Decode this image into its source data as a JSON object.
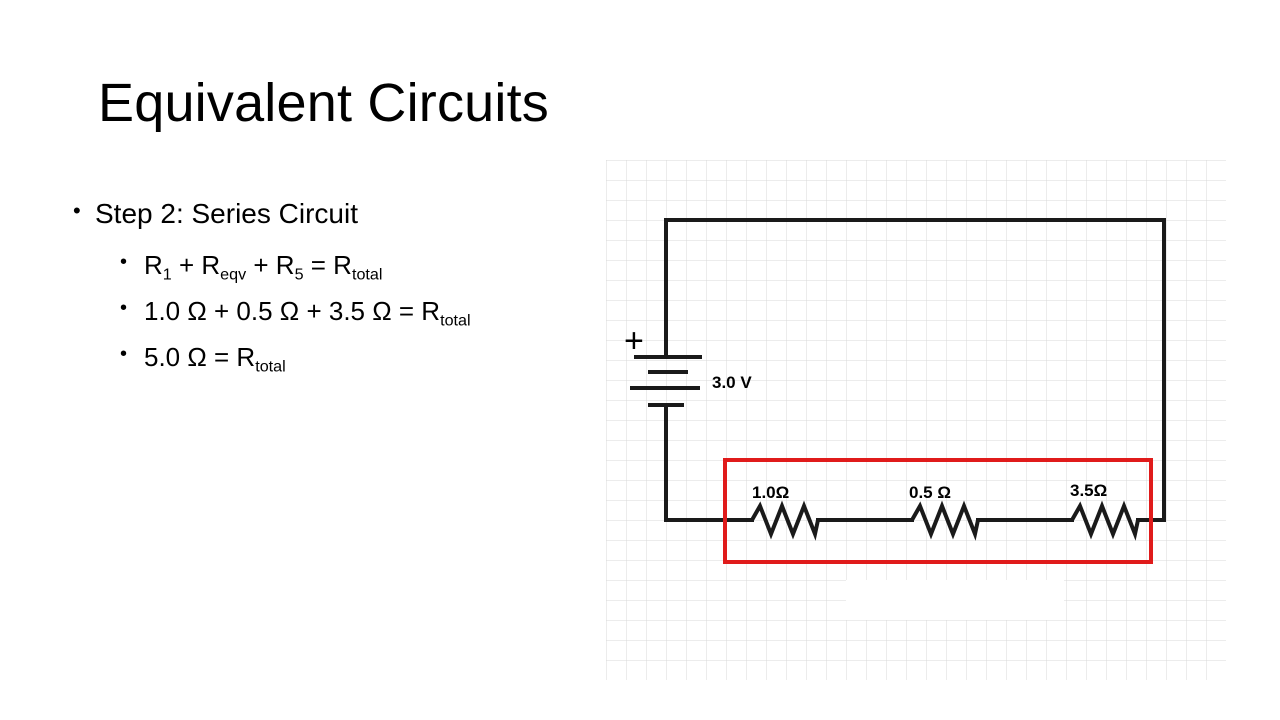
{
  "slide": {
    "title": "Equivalent Circuits",
    "bullets": {
      "level1": "Step 2: Series Circuit",
      "line1": {
        "r1": "R",
        "r1_sub": "1",
        "plus1": " + R",
        "reqv_sub": "eqv",
        "plus2": " + R",
        "r5_sub": "5",
        "eq": " = R",
        "total_sub": "total"
      },
      "line2": {
        "text": "1.0 Ω + 0.5 Ω + 3.5 Ω = R",
        "total_sub": "total"
      },
      "line3": {
        "text": "5.0 Ω = R",
        "total_sub": "total"
      }
    }
  },
  "circuit": {
    "battery_label": "3.0 V",
    "battery_plus": "+",
    "resistors": [
      {
        "label": "1.0Ω"
      },
      {
        "label": "0.5 Ω"
      },
      {
        "label": "3.5Ω"
      }
    ],
    "highlight_color": "#e01b1b",
    "wire_color": "#1a1a1a",
    "grid_color": "#d9d9d9"
  }
}
